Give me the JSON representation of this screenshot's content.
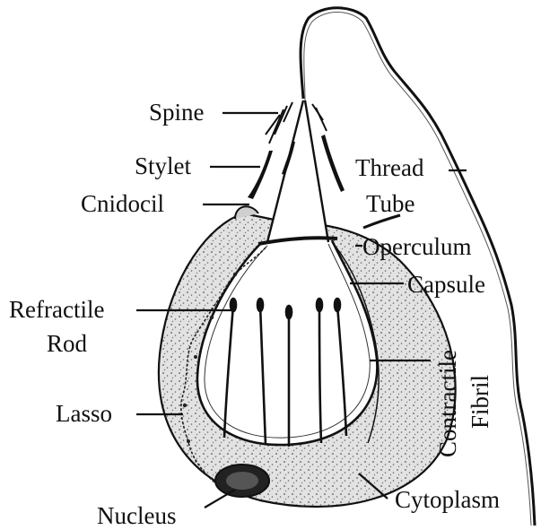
{
  "labels": {
    "spine": "Spine",
    "stylet": "Stylet",
    "cnidocil": "Cnidocil",
    "refractile_rod_line1": "Refractile",
    "refractile_rod_line2": "Rod",
    "lasso": "Lasso",
    "nucleus": "Nucleus",
    "thread": "Thread",
    "tube": "Tube",
    "operculum": "Operculum",
    "capsule": "Capsule",
    "contractile_line1": "Contractile",
    "contractile_line2": "Fibril",
    "cytoplasm": "Cytoplasm"
  }
}
